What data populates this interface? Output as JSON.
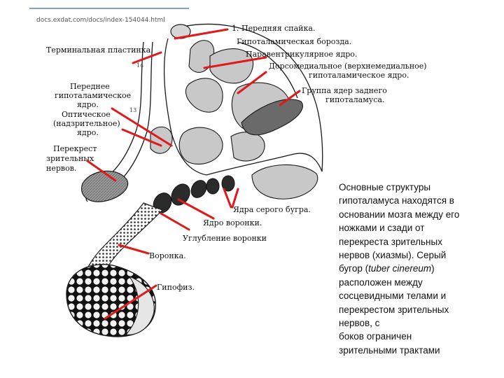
{
  "source_url": "docs.exdat.com/docs/index-154044.html",
  "markers": {
    "n14": "14",
    "n13": "13"
  },
  "labels": {
    "anterior_commissure": "1. Передняя спайка.",
    "hypothalamic_sulcus": "Гипоталамическая борозда.",
    "paraventricular_nucleus": "Паравентрикулярное ядро.",
    "dorsomedial_1": "Дорсомедиальное (верхнемедиальное)",
    "dorsomedial_2": "гипоталамическое ядро.",
    "posterior_group_1": "Группа ядер заднего",
    "posterior_group_2": "гипоталамуса.",
    "lamina_terminalis": "Терминальная пластинка.",
    "anterior_nucleus_1": "Переднее",
    "anterior_nucleus_2": "гипоталамическое",
    "anterior_nucleus_3": "ядро.",
    "supraoptic_1": "Оптическое",
    "supraoptic_2": "(надзрительное)",
    "supraoptic_3": "ядро.",
    "chiasm_1": "Перекрест",
    "chiasm_2": "зрительных",
    "chiasm_3": "нервов.",
    "tuber_nuclei": "Ядра серого бугра.",
    "infundibular_nucleus": "Ядро воронки.",
    "infundibular_recess": "Углубление воронки",
    "infundibulum": "Воронка.",
    "hypophysis": "Гипофиз."
  },
  "caption": {
    "text_before": "Основные структуры\nгипоталамуса находятся в\nосновании мозга между его\nножками и сзади от\nперекреста зрительных\nнервов (хиазмы). Серый\nбугор (",
    "latin": "tuber cinereum",
    "text_after": ")\nрасположен между\nсосцевидными телами и\nперекрестом зрительных\nнервов, с\nбоков ограничен\nзрительными трактами"
  },
  "colors": {
    "pointer": "#e0191b",
    "line_art": "#1a1a1a",
    "nucleus_fill": "#c8c8c8",
    "dark_fill": "#2b2b2b"
  }
}
